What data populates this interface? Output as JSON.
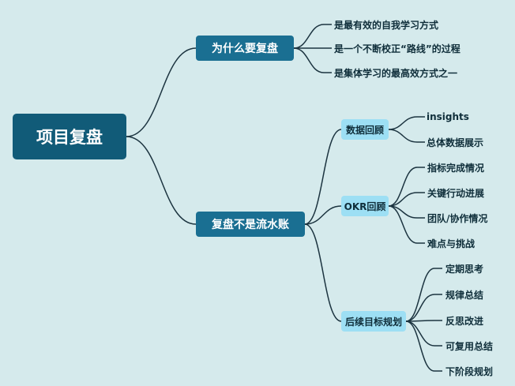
{
  "root": {
    "label": "项目复盘"
  },
  "why": {
    "label": "为什么要复盘",
    "items": [
      "是最有效的自我学习方式",
      "是一个不断校正“路线”的过程",
      "是集体学习的最高效方式之一"
    ]
  },
  "notledger": {
    "label": "复盘不是流水账",
    "data_review": {
      "label": "数据回顾",
      "items": [
        "insights",
        "总体数据展示"
      ]
    },
    "okr_review": {
      "label": "OKR回顾",
      "items": [
        "指标完成情况",
        "关键行动进展",
        "团队/协作情况",
        "难点与挑战"
      ]
    },
    "planning": {
      "label": "后续目标规划",
      "items": [
        "定期思考",
        "规律总结",
        "反思改进",
        "可复用总结",
        "下阶段规划"
      ]
    }
  },
  "colors": {
    "background": "#d5eaec",
    "root_fill": "#115b78",
    "branch_fill": "#1a6f92",
    "sub_fill": "#9ddff4",
    "line": "#1c3440"
  }
}
